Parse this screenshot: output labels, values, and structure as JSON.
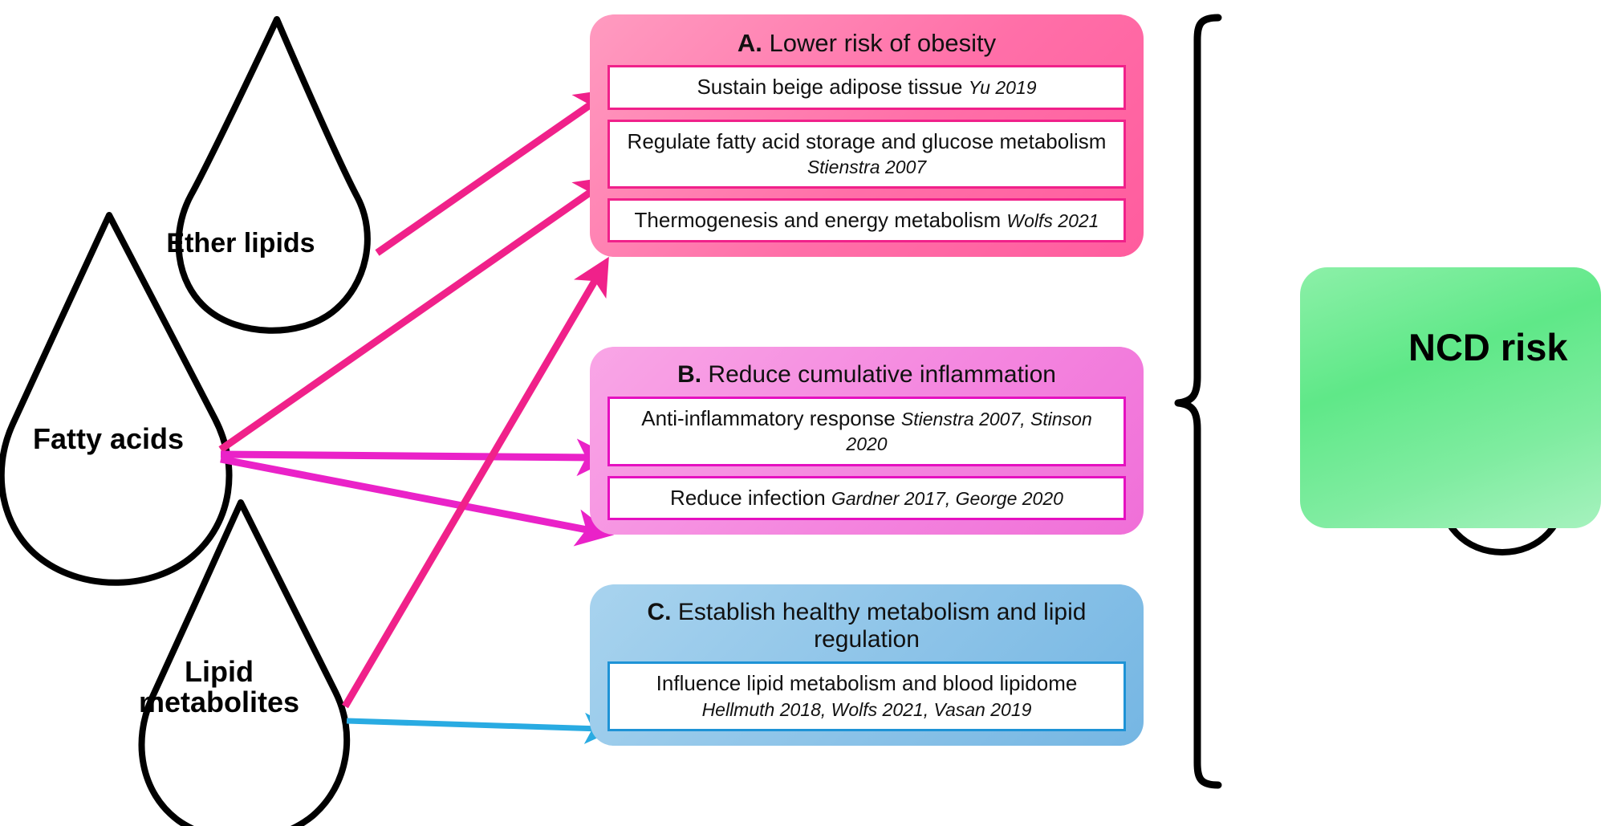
{
  "sources": {
    "title": "lipid sources",
    "items": [
      {
        "id": "ether-lipids",
        "label": "Ether lipids"
      },
      {
        "id": "fatty-acids",
        "label": "Fatty acids"
      },
      {
        "id": "lipid-metabolites",
        "label": "Lipid\nmetabolites"
      }
    ]
  },
  "panels": [
    {
      "id": "a",
      "letter": "A.",
      "title": " Lower risk of obesity",
      "color": "#FF6FA8",
      "border": "#F0218A",
      "rows": [
        {
          "text": "Sustain beige adipose tissue ",
          "cite": "Yu 2019"
        },
        {
          "text": "Regulate fatty acid storage and glucose metabolism ",
          "cite": "Stienstra 2007"
        },
        {
          "text": "Thermogenesis and energy metabolism ",
          "cite": "Wolfs 2021"
        }
      ]
    },
    {
      "id": "b",
      "letter": "B.",
      "title": " Reduce cumulative inflammation",
      "color": "#F486DF",
      "border": "#E510C0",
      "rows": [
        {
          "text": "Anti-inflammatory response ",
          "cite": "Stienstra 2007, Stinson 2020"
        },
        {
          "text": "Reduce infection ",
          "cite": "Gardner 2017, George 2020"
        }
      ]
    },
    {
      "id": "c",
      "letter": "C.",
      "title": " Establish healthy metabolism and lipid regulation",
      "color": "#8CC3E8",
      "border": "#1E93D6",
      "rows": [
        {
          "text": "Influence lipid metabolism and blood lipidome ",
          "cite": "Hellmuth 2018, Wolfs 2021, Vasan 2019"
        }
      ]
    }
  ],
  "outcome": {
    "label": "NCD risk",
    "direction": "down",
    "box_color": "#5FE888",
    "icon": "swaddled-baby-icon"
  },
  "connectors": {
    "pink": "#F0218A",
    "magenta": "#EA22C8",
    "blue": "#29ABE2",
    "brace_color": "#000000"
  }
}
